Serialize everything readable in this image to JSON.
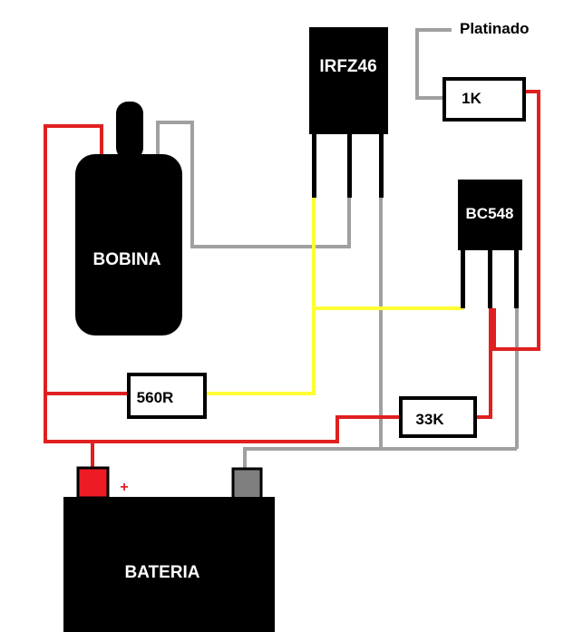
{
  "components": {
    "coil": {
      "label": "BOBINA"
    },
    "mosfet": {
      "label": "IRFZ46"
    },
    "transistor": {
      "label": "BC548"
    },
    "battery": {
      "label": "BATERIA",
      "positive_mark": "+"
    },
    "resistor_1k": {
      "label": "1K"
    },
    "resistor_560r": {
      "label": "560R"
    },
    "resistor_33k": {
      "label": "33K"
    },
    "points_input": {
      "label": "Platinado"
    }
  },
  "colors": {
    "positive_wire": "#e02020",
    "ground_wire": "#a0a0a0",
    "gate_wire": "#ffff33",
    "component": "#000000",
    "positive_terminal": "#ed1c24",
    "negative_terminal": "#7f7f7f"
  }
}
